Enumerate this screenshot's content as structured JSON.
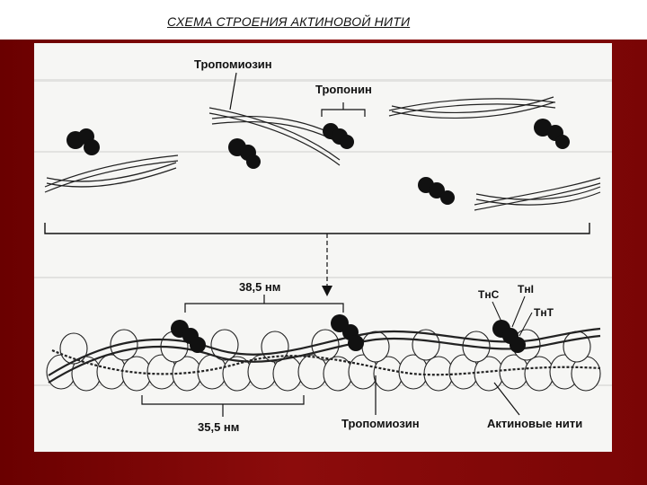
{
  "slide": {
    "title": "СХЕМА СТРОЕНИЯ АКТИНОВОЙ НИТИ"
  },
  "diagram": {
    "labels": {
      "tropomyosin_top": "Тропомиозин",
      "troponin_top": "Тропонин",
      "distance_upper": "38,5 нм",
      "distance_lower": "35,5 нм",
      "tnc": "ТнС",
      "tni": "ТнI",
      "tnt": "ТнТ",
      "tropomyosin_bottom": "Тропомиозин",
      "actin_filaments": "Актиновые нити"
    }
  },
  "colors": {
    "slide_background": "#7a0a0a",
    "title_bar": "#ffffff",
    "diagram_background": "#f6f6f4",
    "ink": "#111111"
  }
}
